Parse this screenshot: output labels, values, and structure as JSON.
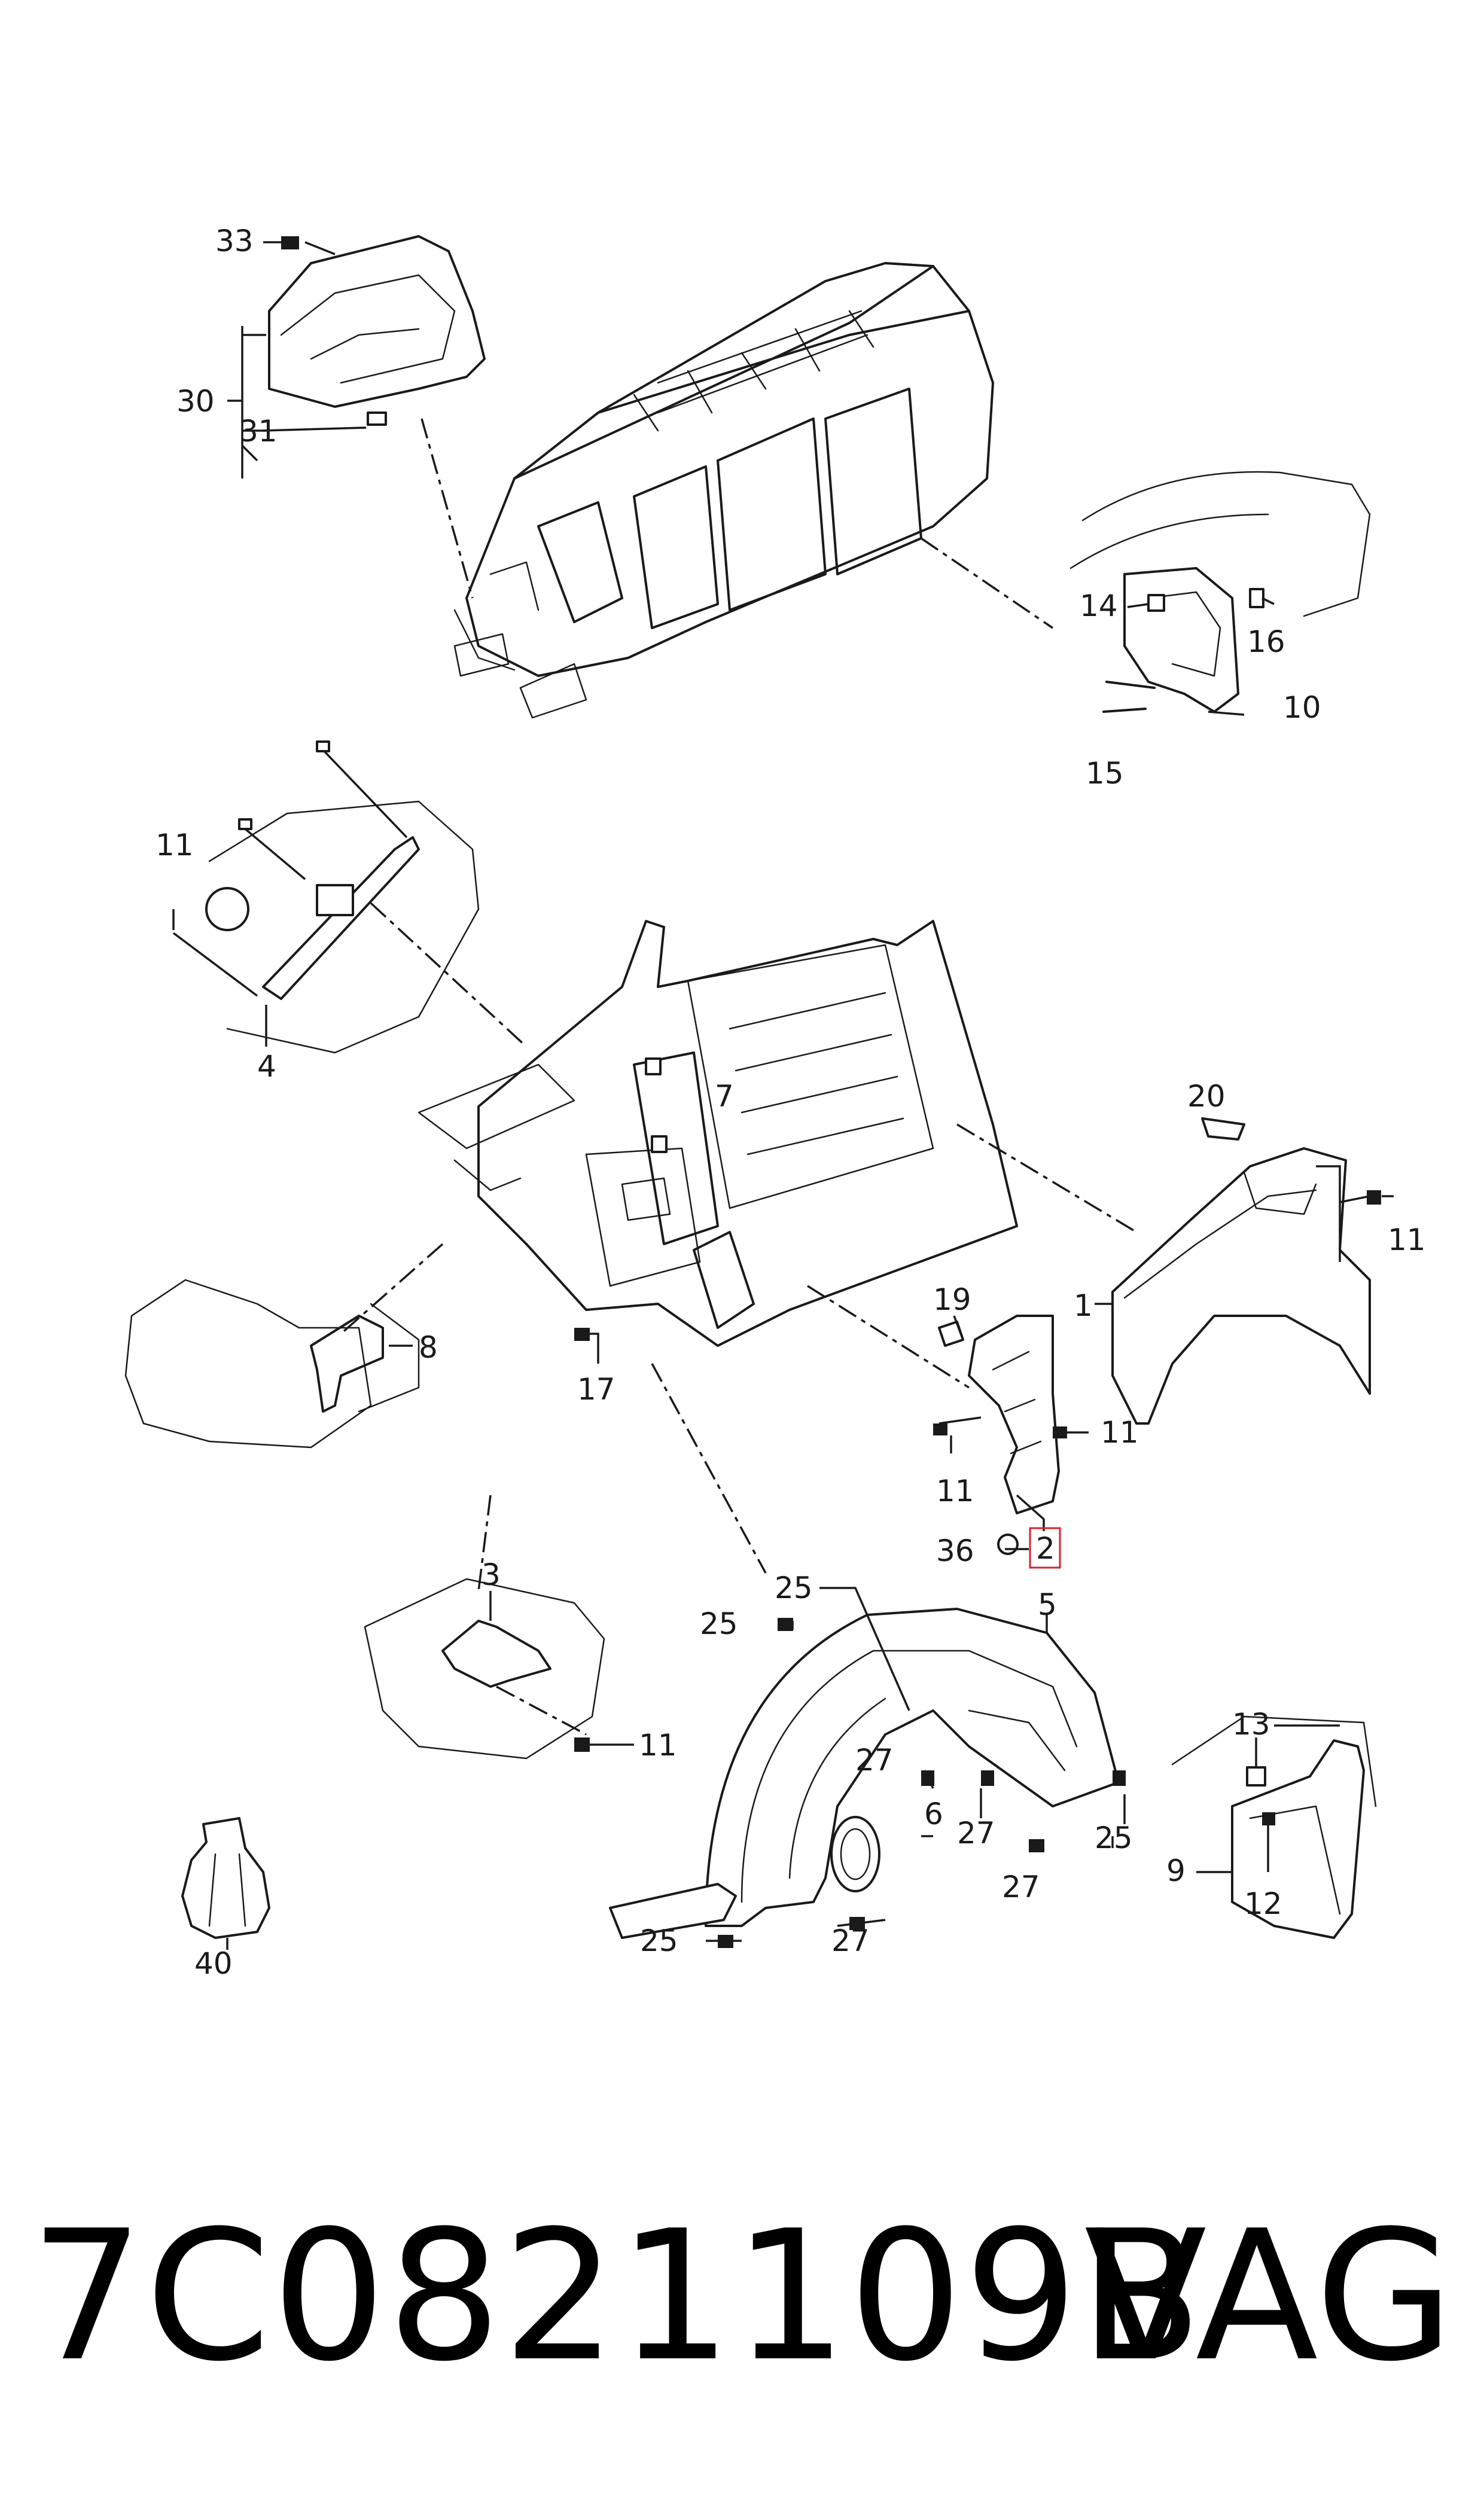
{
  "labels": {
    "l33": "33",
    "l30": "30",
    "l31": "31",
    "l14": "14",
    "l16": "16",
    "l10": "10",
    "l15": "15",
    "l11a": "11",
    "l4": "4",
    "l7": "7",
    "l20": "20",
    "l11b": "11",
    "l1": "1",
    "l8": "8",
    "l17": "17",
    "l19": "19",
    "l11c": "11",
    "l11d": "11",
    "l36": "36",
    "l2": "2",
    "l3": "3",
    "l11e": "11",
    "l25a": "25",
    "l25b": "25",
    "l5": "5",
    "l27a": "27",
    "l6": "6",
    "l27b": "27",
    "l25c": "25",
    "l27c": "27",
    "l25d": "25",
    "l27d": "27",
    "l13": "13",
    "l9": "9",
    "l12": "12",
    "l40": "40"
  },
  "highlighted_label": "2",
  "part_number": "7C0821109B",
  "brand": "VAG",
  "colors": {
    "line": "#1a1a1a",
    "highlight": "#d9232e",
    "background": "#ffffff"
  }
}
